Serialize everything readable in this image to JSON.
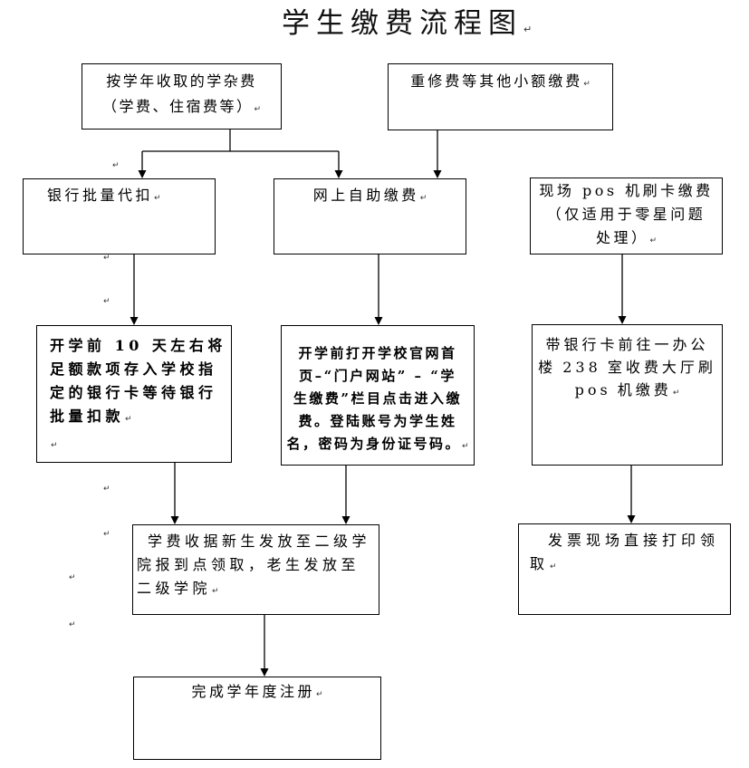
{
  "title": "学生缴费流程图",
  "para_mark": "↵",
  "boxes": {
    "annual_fees": {
      "lines": [
        "按学年收取的学杂费",
        "（学费、住宿费等）"
      ]
    },
    "small_fees": {
      "lines": [
        "重修费等其他小额缴费"
      ]
    },
    "bank_debit": {
      "lines": [
        "银行批量代扣"
      ]
    },
    "online_payment": {
      "lines": [
        "网上自助缴费"
      ]
    },
    "pos_payment": {
      "lines": [
        "现场 pos 机刷卡缴费",
        "（仅适用于零星问题",
        "处理）"
      ]
    },
    "bank_debit_step": {
      "lines": [
        "开学前 10 天左右将",
        "足额款项存入学校指",
        "定的银行卡等待银行",
        "批量扣款"
      ]
    },
    "online_payment_step": {
      "lines": [
        "开学前打开学校官网首",
        "页–“门户网站” – “学",
        "生缴费”栏目点击进入缴",
        "费。登陆账号为学生姓",
        "名，密码为身份证号码。"
      ]
    },
    "pos_payment_step": {
      "lines": [
        "带银行卡前往一办公",
        "楼 238 室收费大厅刷",
        "pos 机缴费"
      ]
    },
    "fee_receipt": {
      "lines": [
        "学费收据新生发放至二级学",
        "院报到点领取，老生发放至",
        "二级学院"
      ]
    },
    "invoice": {
      "lines": [
        "发票现场直接打印领",
        "取"
      ]
    },
    "registration": {
      "lines": [
        "完成学年度注册"
      ]
    }
  }
}
